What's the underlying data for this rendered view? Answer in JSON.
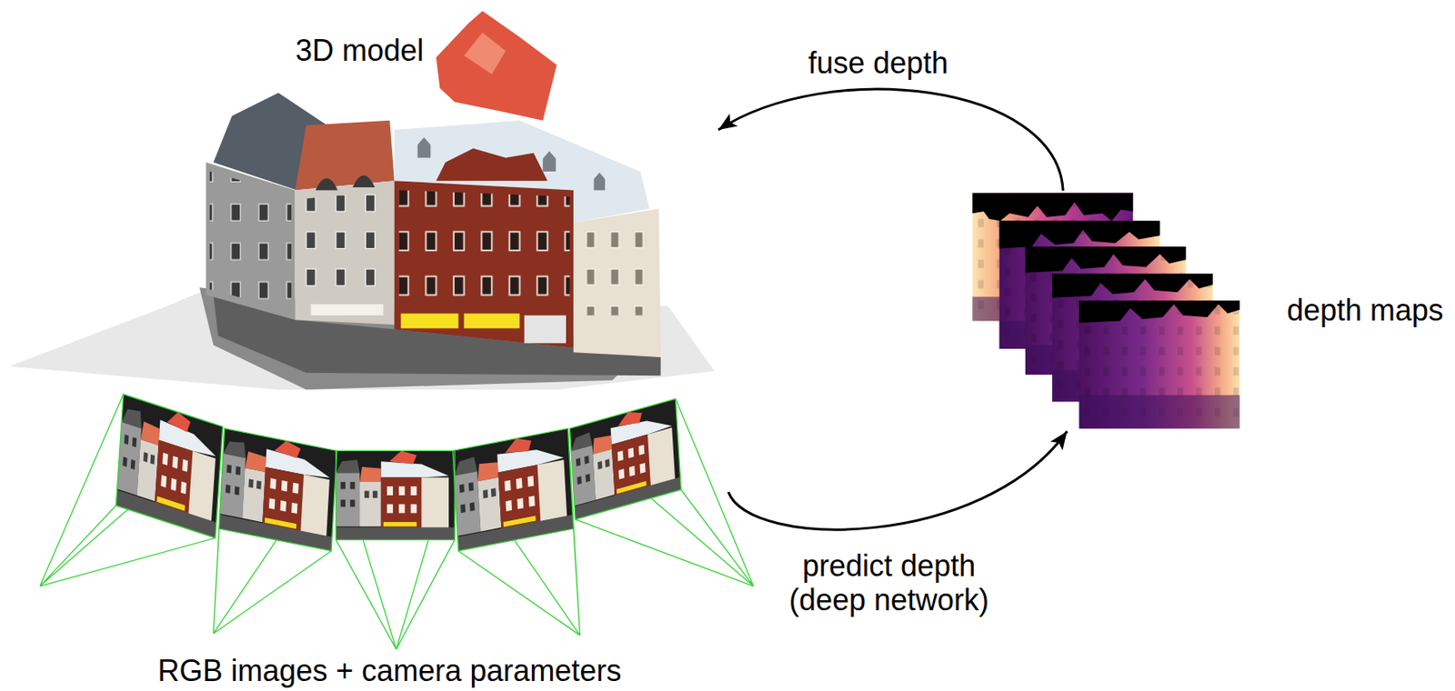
{
  "diagram": {
    "nodes": [
      {
        "text": [
          "3D model"
        ]
      },
      {
        "text": [
          "RGB images + camera parameters"
        ]
      },
      {
        "text": [
          "depth maps"
        ]
      }
    ],
    "edges": [
      {
        "from": 1,
        "to": 2,
        "arrow": "to",
        "label": "predict depth (deep network)"
      },
      {
        "from": 2,
        "to": 0,
        "arrow": "to",
        "label": "fuse depth"
      }
    ]
  }
}
